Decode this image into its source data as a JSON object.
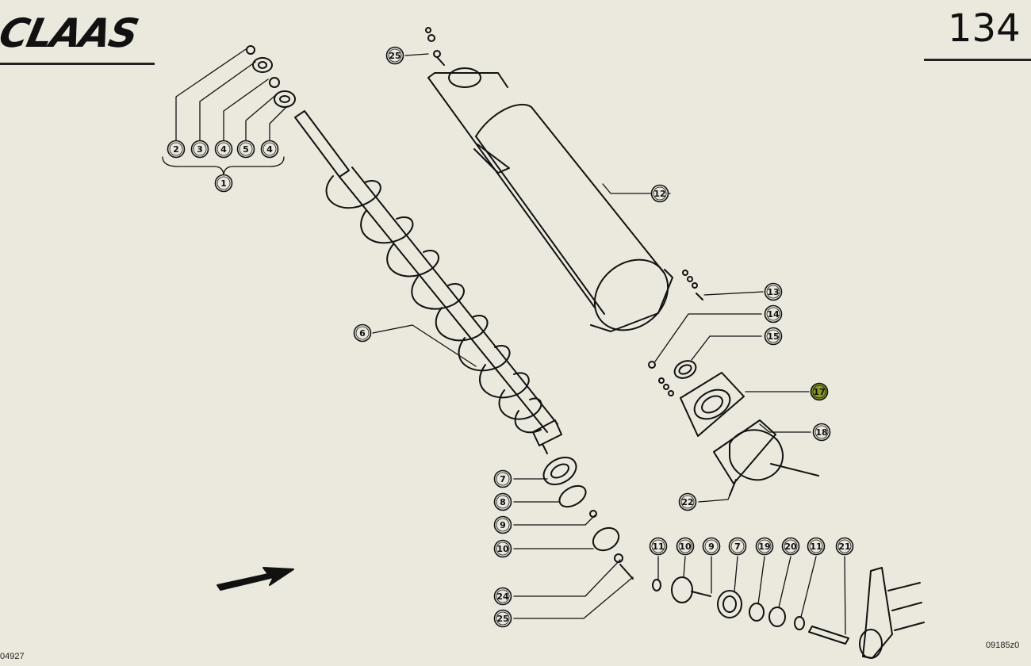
{
  "header": {
    "brand": "CLAAS",
    "page_number": "134"
  },
  "footer": {
    "drawing_id": "04927",
    "drawing_code": "09185z0"
  },
  "callouts": [
    {
      "id": "c1",
      "label": "1"
    },
    {
      "id": "c2",
      "label": "2"
    },
    {
      "id": "c3",
      "label": "3"
    },
    {
      "id": "c4a",
      "label": "4"
    },
    {
      "id": "c5",
      "label": "5"
    },
    {
      "id": "c4b",
      "label": "4"
    },
    {
      "id": "c6",
      "label": "6"
    },
    {
      "id": "c7",
      "label": "7"
    },
    {
      "id": "c8",
      "label": "8"
    },
    {
      "id": "c9",
      "label": "9"
    },
    {
      "id": "c10",
      "label": "10"
    },
    {
      "id": "c24",
      "label": "24"
    },
    {
      "id": "c25a",
      "label": "25"
    },
    {
      "id": "c25b",
      "label": "25"
    },
    {
      "id": "c12",
      "label": "12"
    },
    {
      "id": "c13",
      "label": "13"
    },
    {
      "id": "c14",
      "label": "14"
    },
    {
      "id": "c15",
      "label": "15"
    },
    {
      "id": "c17",
      "label": "17",
      "highlight": "#8a9a2a"
    },
    {
      "id": "c18",
      "label": "18"
    },
    {
      "id": "c22",
      "label": "22"
    },
    {
      "id": "c11a",
      "label": "11"
    },
    {
      "id": "c10b",
      "label": "10"
    },
    {
      "id": "c9b",
      "label": "9"
    },
    {
      "id": "c7b",
      "label": "7"
    },
    {
      "id": "c19",
      "label": "19"
    },
    {
      "id": "c20",
      "label": "20"
    },
    {
      "id": "c11b",
      "label": "11"
    },
    {
      "id": "c21",
      "label": "21"
    }
  ]
}
